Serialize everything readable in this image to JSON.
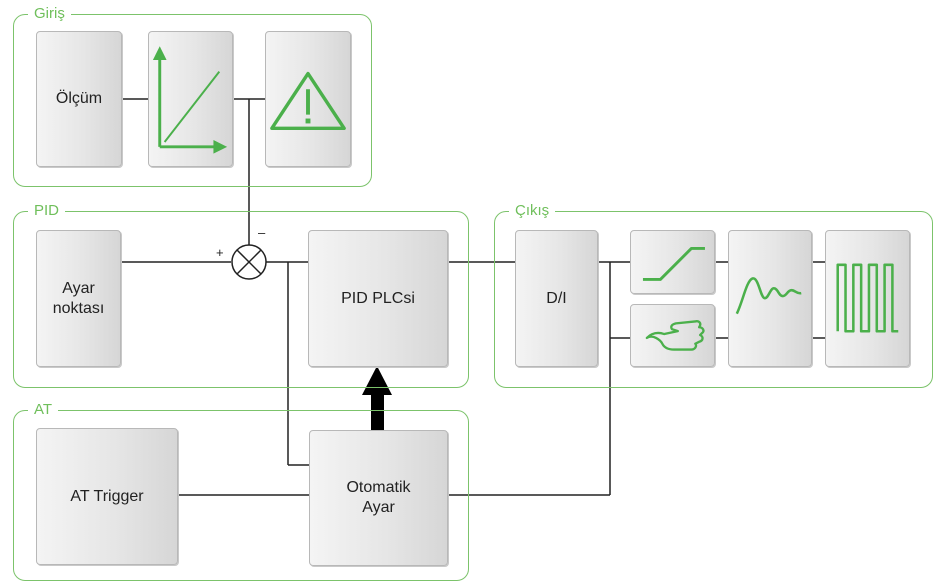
{
  "groups": {
    "giris": "Giriş",
    "pid": "PID",
    "cikis": "Çıkış",
    "at": "AT"
  },
  "blocks": {
    "olcum": "Ölçüm",
    "ayar_noktasi": "Ayar\nnoktası",
    "pid_plc": "PID PLCsi",
    "di": "D/I",
    "at_trigger": "AT Trigger",
    "otomatik_ayar": "Otomatik\nAyar"
  },
  "summing_junction": {
    "plus": "+",
    "minus": "–"
  },
  "colors": {
    "accent": "#6fbf5b",
    "frame": "#7cc36b",
    "icon": "#4bb04b"
  },
  "icons": [
    "scaling-axes-icon",
    "warning-triangle-icon",
    "ramp-icon",
    "manual-hand-icon",
    "response-curve-icon",
    "pulse-wave-icon"
  ]
}
